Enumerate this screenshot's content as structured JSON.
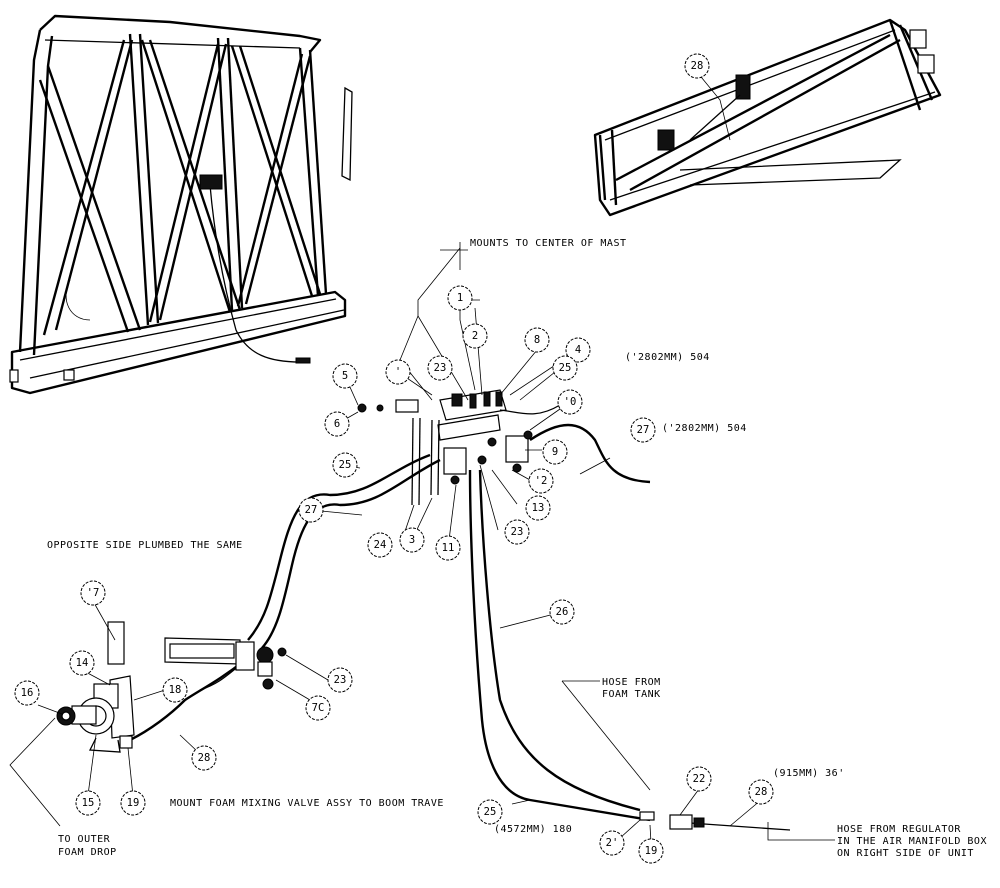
{
  "callouts": [
    {
      "id": "b1",
      "text": "1"
    },
    {
      "id": "b2",
      "text": "2"
    },
    {
      "id": "b3",
      "text": "3"
    },
    {
      "id": "b4",
      "text": "4"
    },
    {
      "id": "b5",
      "text": "5"
    },
    {
      "id": "b6",
      "text": "6"
    },
    {
      "id": "b7",
      "text": "'"
    },
    {
      "id": "b8",
      "text": "8"
    },
    {
      "id": "b9",
      "text": "9"
    },
    {
      "id": "b10",
      "text": "'0"
    },
    {
      "id": "b11",
      "text": "11"
    },
    {
      "id": "b12",
      "text": "'2"
    },
    {
      "id": "b13",
      "text": "13"
    },
    {
      "id": "b14",
      "text": "14"
    },
    {
      "id": "b15",
      "text": "15"
    },
    {
      "id": "b16",
      "text": "16"
    },
    {
      "id": "b17",
      "text": "'7"
    },
    {
      "id": "b18",
      "text": "18"
    },
    {
      "id": "b19a",
      "text": "19"
    },
    {
      "id": "b19b",
      "text": "19"
    },
    {
      "id": "b20",
      "text": "7C"
    },
    {
      "id": "b21",
      "text": "2'"
    },
    {
      "id": "b22",
      "text": "22"
    },
    {
      "id": "b23a",
      "text": "23"
    },
    {
      "id": "b23b",
      "text": "23"
    },
    {
      "id": "b23c",
      "text": "23"
    },
    {
      "id": "b24",
      "text": "24"
    },
    {
      "id": "b25a",
      "text": "25"
    },
    {
      "id": "b25b",
      "text": "25"
    },
    {
      "id": "b25c",
      "text": "25"
    },
    {
      "id": "b26",
      "text": "26"
    },
    {
      "id": "b27a",
      "text": "27"
    },
    {
      "id": "b27b",
      "text": "27"
    },
    {
      "id": "b28a",
      "text": "28"
    },
    {
      "id": "b28b",
      "text": "28"
    },
    {
      "id": "b28c",
      "text": "28"
    }
  ],
  "notes": {
    "mount_center": "MOUNTS TO CENTER OF MAST",
    "hose_len_1": "('2802MM) 504",
    "hose_len_2": "('2802MM) 504",
    "opposite_side": "OPPOSITE SIDE PLUMBED THE SAME",
    "mount_valve": "MOUNT FOAM MIXING VALVE ASSY TO BOOM TRAVE",
    "outer_drop_1": "TO OUTER",
    "outer_drop_2": "FOAM DROP",
    "hose_tank_1": "HOSE FROM",
    "hose_tank_2": "FOAM TANK",
    "hose_len_3": "(4572MM) 180",
    "hose_len_4": "(915MM) 36'",
    "regulator_1": "HOSE FROM REGULATOR",
    "regulator_2": "IN THE AIR MANIFOLD BOX",
    "regulator_3": "ON RIGHT SIDE OF UNIT"
  }
}
